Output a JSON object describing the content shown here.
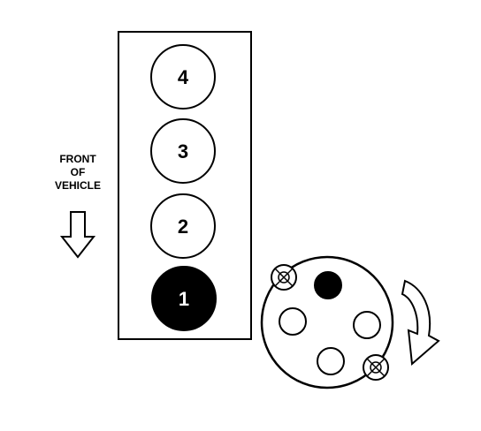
{
  "front_label": {
    "line1": "FRONT",
    "line2": "OF",
    "line3": "VEHICLE"
  },
  "cylinders": [
    {
      "number": "4",
      "filled": false
    },
    {
      "number": "3",
      "filled": false
    },
    {
      "number": "2",
      "filled": false
    },
    {
      "number": "1",
      "filled": true
    }
  ],
  "distributor": {
    "terminals": [
      {
        "id": "terminal-1",
        "filled": true
      },
      {
        "id": "terminal-2",
        "filled": false
      },
      {
        "id": "terminal-3",
        "filled": false
      },
      {
        "id": "terminal-4",
        "filled": false
      }
    ],
    "screws": 2,
    "rotation": "clockwise"
  },
  "colors": {
    "line": "#000000",
    "fill": "#ffffff",
    "active": "#000000"
  }
}
